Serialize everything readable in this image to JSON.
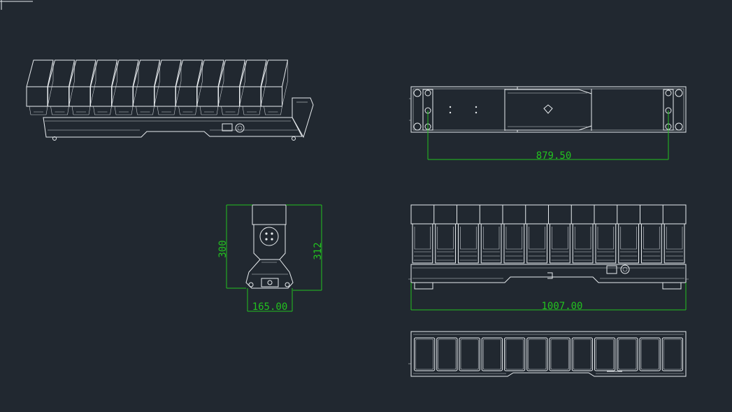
{
  "drawing": {
    "module_count": 12,
    "colors": {
      "background": "#212830",
      "linework": "#e8ecef",
      "dimension": "#22c21f"
    }
  },
  "dimensions": {
    "top_mount_spacing": "879.50",
    "overall_length": "1007.00",
    "side_height_inner": "300",
    "side_height_outer": "312",
    "side_width": "165.00"
  }
}
